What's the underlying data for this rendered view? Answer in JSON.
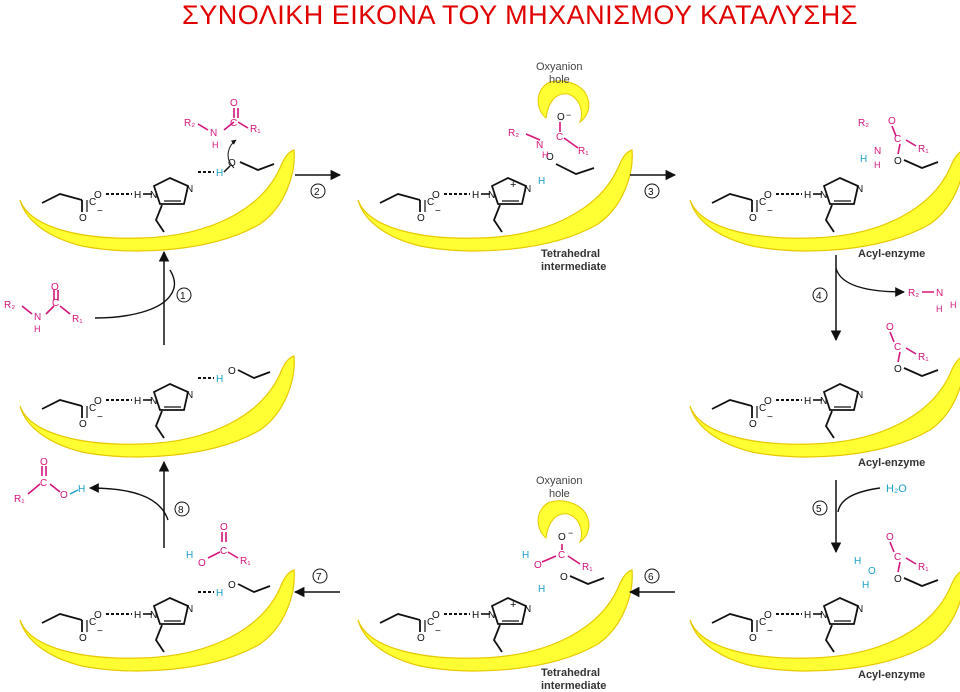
{
  "title": "ΣΥΝΟΛΙΚΗ ΕΙΚΟΝΑ ΤΟΥ ΜΗΧΑΝΙΣΜΟΥ ΚΑΤΑΛΥΣΗΣ",
  "step_numbers": [
    "1",
    "2",
    "3",
    "4",
    "5",
    "6",
    "7",
    "8"
  ],
  "labels": {
    "oxyanion_hole": [
      "Oxyanion",
      "hole"
    ],
    "tetrahedral_intermediate": [
      "Tetrahedral",
      "intermediate"
    ],
    "acyl_enzyme": "Acyl-enzyme",
    "water": "H₂O"
  },
  "atoms": {
    "R1": "R₁",
    "R2": "R₂",
    "N": "N",
    "H": "H",
    "O": "O",
    "C": "C",
    "plus": "+",
    "minus": "−"
  },
  "colors": {
    "title": "#e00000",
    "enzyme_fill": "#ffff33",
    "enzyme_edge": "#e8c800",
    "substrate": "#d4147a",
    "proton": "#1aa0c8",
    "backbone": "#111111"
  }
}
